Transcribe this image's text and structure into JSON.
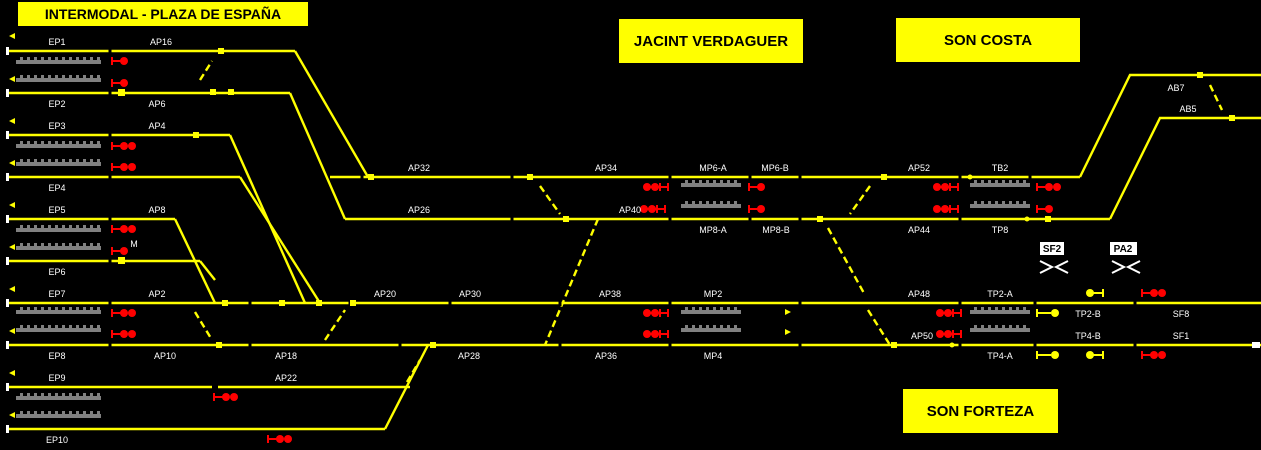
{
  "stations": [
    {
      "id": "plaza",
      "name": "INTERMODAL - PLAZA DE ESPAÑA"
    },
    {
      "id": "jacint",
      "name": "JACINT VERDAGUER"
    },
    {
      "id": "soncosta",
      "name": "SON COSTA"
    },
    {
      "id": "sonforteza",
      "name": "SON FORTEZA"
    }
  ],
  "track_labels": {
    "platforms": [
      "EP1",
      "EP2",
      "EP3",
      "EP4",
      "EP5",
      "EP6",
      "EP7",
      "EP8",
      "EP9",
      "EP10"
    ],
    "west_circuits": [
      "AP16",
      "AP6",
      "AP4",
      "AP8",
      "AP2",
      "AP10",
      "AP18",
      "AP22",
      "AP20",
      "AP30",
      "AP28"
    ],
    "central_circuits": [
      "AP32",
      "AP26",
      "AP34",
      "AP40",
      "AP38",
      "AP36",
      "MP6-A",
      "MP6-B",
      "MP8-A",
      "MP8-B",
      "MP2",
      "MP4"
    ],
    "east_circuits": [
      "AP52",
      "AP44",
      "AP48",
      "AP50",
      "TB2",
      "TP8",
      "TP2-A",
      "TP2-B",
      "TP4-A",
      "TP4-B",
      "SF8",
      "SF1",
      "AB7",
      "AB5"
    ]
  },
  "junction_tags": [
    "SF2",
    "PA2"
  ],
  "signal_marker": "M",
  "colors": {
    "background": "#000000",
    "track": "#ffff00",
    "signal": "#ff0000",
    "platform": "#808080",
    "label": "#ffffff",
    "station_box": "#ffff00"
  },
  "icons": [
    "signal-icon",
    "platform-icon",
    "direction-arrow-icon",
    "crossover-icon",
    "track-joint-icon"
  ]
}
